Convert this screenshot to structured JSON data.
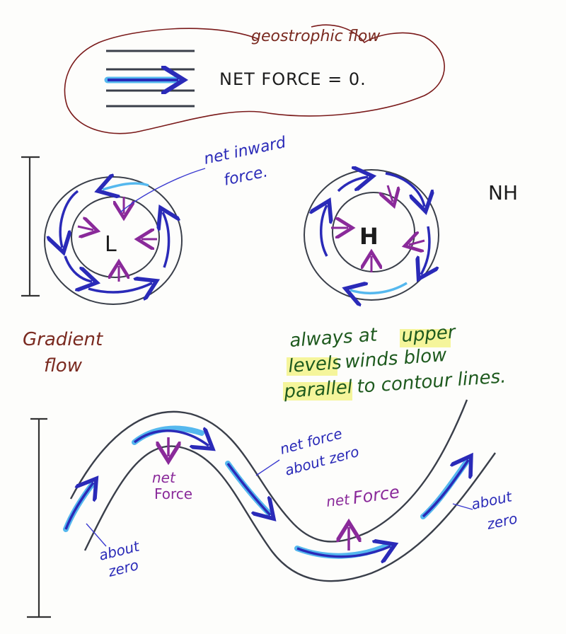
{
  "geostrophic": {
    "title": "geostrophic flow",
    "equation": "NET FORCE = 0."
  },
  "circular": {
    "annotation_line1": "net inward",
    "annotation_line2": "force.",
    "low_label": "L",
    "high_label": "H",
    "hemisphere": "NH"
  },
  "gradient": {
    "line1": "Gradient",
    "line2": "flow"
  },
  "upper_note": {
    "w1": "always at",
    "w2": "upper",
    "w3": "levels",
    "w4": "winds blow",
    "w5": "parallel",
    "w6": "to contour lines."
  },
  "wave": {
    "net_force_zero_1": "net force",
    "net_force_zero_2": "about zero",
    "trough_net": "net",
    "trough_force": "Force",
    "ridge_net": "net",
    "ridge_force": "Force",
    "about_zero_left_1": "about",
    "about_zero_left_2": "zero",
    "about_zero_right_1": "about",
    "about_zero_right_2": "zero"
  },
  "colors": {
    "contour": "#3a3f4a",
    "wind_blue": "#2a2ab8",
    "wind_cyan": "#55b8ee",
    "force_purple": "#8a2a9a",
    "cloud_outline": "#7a1a1a",
    "highlight": "#f3f38a",
    "annotation_line": "#3a3ad0"
  }
}
